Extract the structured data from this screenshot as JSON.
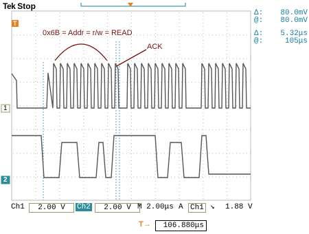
{
  "header": {
    "brand": "Tek",
    "status": "Stop"
  },
  "annotations": {
    "addr_label": "0x6B = Addr = r/w = READ",
    "ack_label": "ACK"
  },
  "cursor_readouts": [
    {
      "symbol": "Δ:",
      "value": "80.0mV"
    },
    {
      "symbol": "@:",
      "value": "80.0mV"
    },
    {
      "symbol": "Δ:",
      "value": "5.32μs"
    },
    {
      "symbol": "@:",
      "value": "105μs"
    }
  ],
  "channel_markers": {
    "ch1": "1",
    "ch2": "2",
    "trigger": "T"
  },
  "bottom_bar": {
    "ch1_label": "Ch1",
    "ch1_scale": "2.00 V",
    "ch2_label": "Ch2",
    "ch2_scale": "2.00 V",
    "timebase": "M 2.00μs",
    "acq": "A",
    "trig_source": "Ch1",
    "trig_slope": "↘",
    "trig_level": "1.88 V"
  },
  "trigger_position": "106.880μs",
  "colors": {
    "waveform": "#555555",
    "grid": "#b8b8b8",
    "cursor": "#5aa9c2",
    "trigger": "#e8801c",
    "annotation": "#7a1010",
    "readout": "#1a7fa0"
  }
}
